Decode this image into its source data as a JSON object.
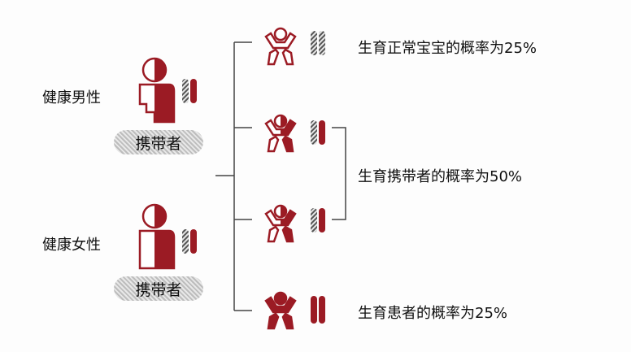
{
  "parents": [
    {
      "label": "健康男性",
      "badge": "携带者"
    },
    {
      "label": "健康女性",
      "badge": "携带者"
    }
  ],
  "outcomes": [
    {
      "text": "生育正常宝宝的概率为25%",
      "probability": 25
    },
    {
      "text": "生育携带者的概率为50%",
      "probability": 50
    },
    {
      "text": "生育患者的概率为25%",
      "probability": 25
    }
  ],
  "colors": {
    "accent": "#9b1b24",
    "carrier_gray": "#9a9a9a"
  }
}
